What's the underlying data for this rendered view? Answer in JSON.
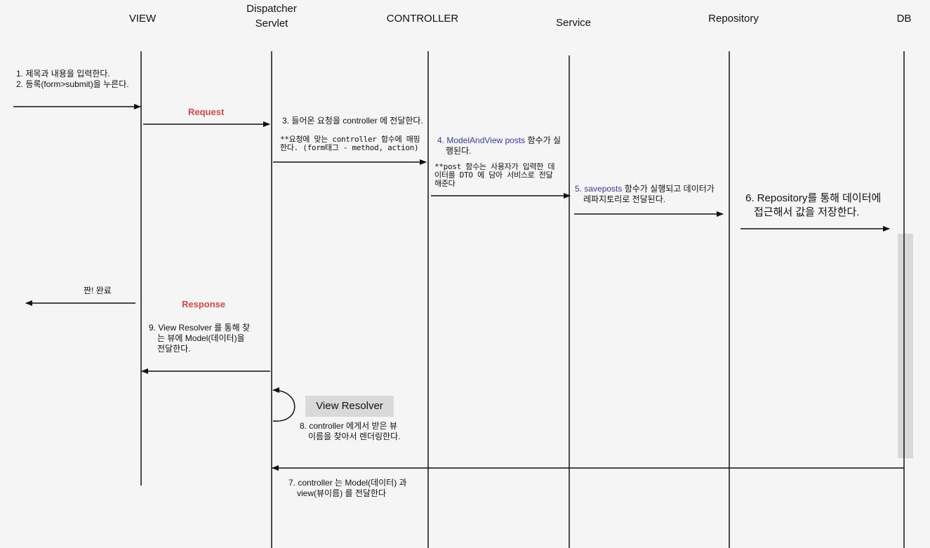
{
  "lifelines": {
    "view": "VIEW",
    "dispatcher_line1": "Dispatcher",
    "dispatcher_line2": "Servlet",
    "controller": "CONTROLLER",
    "service": "Service",
    "repository": "Repository",
    "db": "DB"
  },
  "labels": {
    "request": "Request",
    "response": "Response",
    "view_resolver": "View Resolver"
  },
  "steps": {
    "s1": "1. 제목과 내용을 입력한다.",
    "s2": "2. 등록(form>submit)을 누른다.",
    "s3": "3. 들어온 요청을 controller 에 전달한다.",
    "s3_note_l1": "**요청에 맞는 controller 함수에 매핑",
    "s3_note_l2": "한다. (form태그 - method, action)",
    "s4_prefix": "4. ModelAndView posts",
    "s4_rest": " 함수가 실",
    "s4_l2": "행된다.",
    "s4_note_l1": "**post 함수는 사용자가 입력한 데",
    "s4_note_l2": "이터를 DTO 에 담아 서비스로 전달",
    "s4_note_l3": "해준다",
    "s5_prefix": "5. saveposts",
    "s5_rest": " 함수가 실행되고 데이터가",
    "s5_l2": "레파지토리로 전달된다.",
    "s6_l1": "6. Repository를 통해 데이터에",
    "s6_l2": "접근해서 값을 저장한다.",
    "s7_l1": "7. controller 는 Model(데이터) 과",
    "s7_l2": "view(뷰이름) 를 전달한다",
    "s8_l1": "8. controller 에게서 받은 뷰",
    "s8_l2": "이름을 찾아서 렌더링한다.",
    "s9_l1": "9. View Resolver 를 통해 찾",
    "s9_l2": "는 뷰에 Model(데이터)을",
    "s9_l3": "전달한다.",
    "done": "짠! 완료"
  },
  "colors": {
    "request_response": "#d94848",
    "highlight_blue": "#3a3aa8",
    "db_activation": "#d9d9d9"
  }
}
